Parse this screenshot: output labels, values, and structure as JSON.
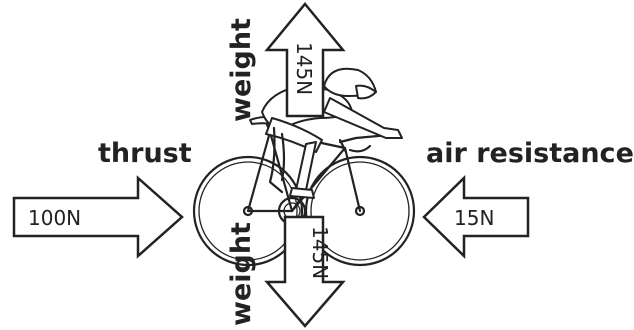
{
  "forces": {
    "thrust": {
      "label": "thrust",
      "value": "100N"
    },
    "air_resistance": {
      "label": "air resistance",
      "value": "15N"
    },
    "weight_top": {
      "label": "weight",
      "value": "145N"
    },
    "weight_bottom": {
      "label": "weight",
      "value": "145N"
    }
  },
  "colors": {
    "line": "#222222",
    "background": "#ffffff"
  },
  "icons": {
    "figure": "cyclist-on-bicycle-icon"
  }
}
